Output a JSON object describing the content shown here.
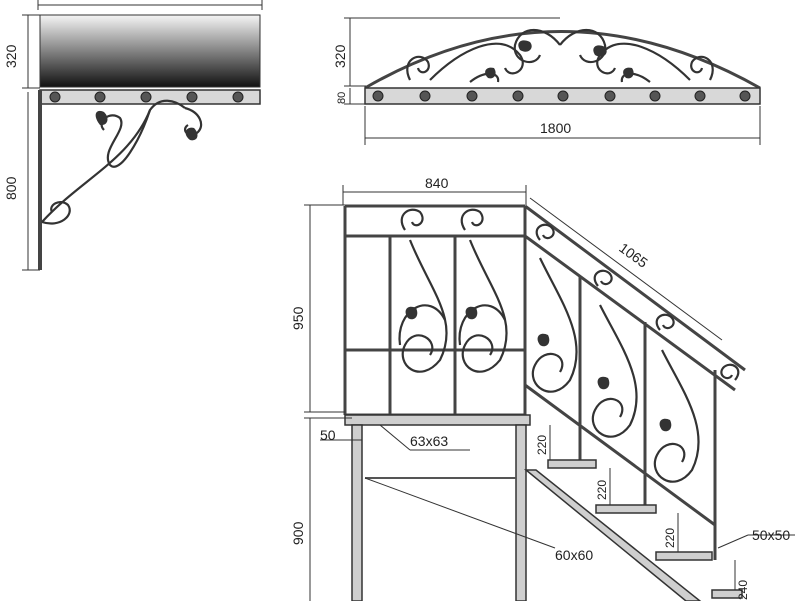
{
  "canopy_side": {
    "dims": {
      "height_roof": "320",
      "height_bracket": "800"
    }
  },
  "canopy_front": {
    "dims": {
      "height_arch": "320",
      "height_beam": "80",
      "width": "1800"
    }
  },
  "staircase": {
    "dims": {
      "platform_width": "840",
      "rail_length": "1065",
      "rail_height": "950",
      "base_height": "900",
      "offset": "50",
      "step_1": "220",
      "step_2": "220",
      "step_3": "220",
      "step_4": "240"
    },
    "labels": {
      "post_profile": "63x63",
      "support_profile": "60x60",
      "stringer_profile": "50x50"
    }
  },
  "colors": {
    "line": "#333333",
    "fill": "#cfcfcf",
    "roof_top": "#f2f2f2",
    "roof_bottom": "#111111"
  }
}
